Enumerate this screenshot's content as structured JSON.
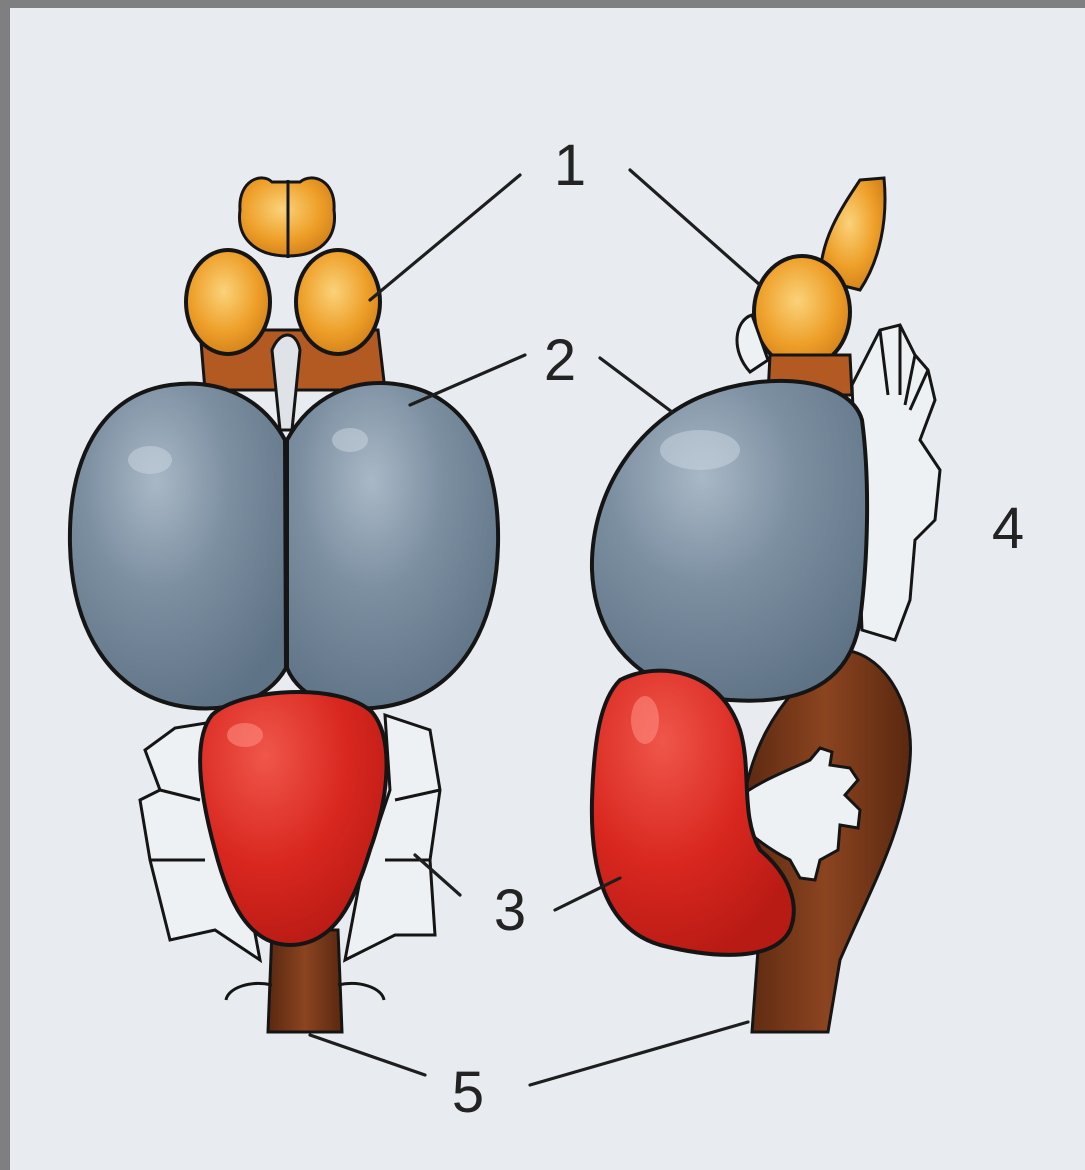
{
  "labels": {
    "one": "1",
    "two": "2",
    "three": "3",
    "four": "4",
    "five": "5"
  },
  "colors": {
    "olfactory_lobes": "#e9951f",
    "cerebral_hemispheres": "#7b8e9f",
    "cerebellum": "#d8271f",
    "brainstem": "#7a3a1a",
    "nerves": "#eef1f3",
    "paper": "#e8ecf0",
    "frame": "#7f7f82"
  }
}
